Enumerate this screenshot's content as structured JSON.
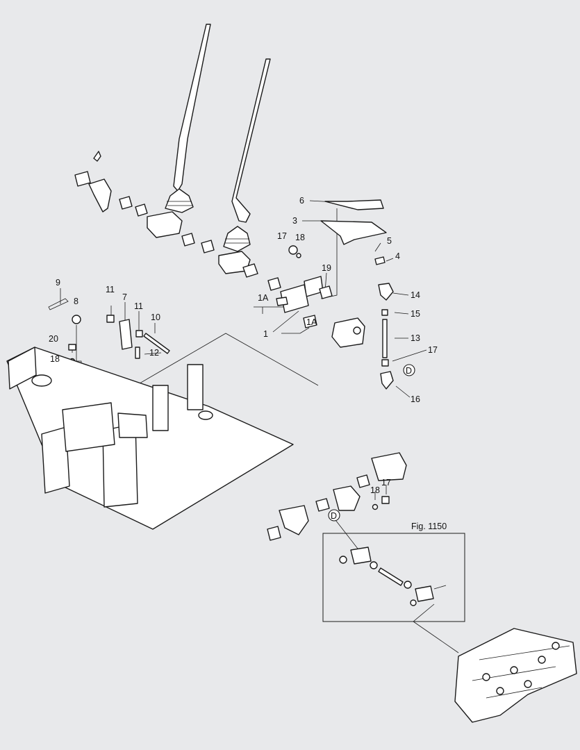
{
  "callouts": [
    {
      "key": "n9",
      "text": "9"
    },
    {
      "key": "n8",
      "text": "8"
    },
    {
      "key": "n11a",
      "text": "11"
    },
    {
      "key": "n7",
      "text": "7"
    },
    {
      "key": "n11b",
      "text": "11"
    },
    {
      "key": "n10",
      "text": "10"
    },
    {
      "key": "n20",
      "text": "20"
    },
    {
      "key": "n12",
      "text": "12"
    },
    {
      "key": "n18a",
      "text": "18"
    },
    {
      "key": "n6",
      "text": "6"
    },
    {
      "key": "n3",
      "text": "3"
    },
    {
      "key": "n17a",
      "text": "17"
    },
    {
      "key": "n18b",
      "text": "18"
    },
    {
      "key": "n5",
      "text": "5"
    },
    {
      "key": "n4",
      "text": "4"
    },
    {
      "key": "n19",
      "text": "19"
    },
    {
      "key": "n14",
      "text": "14"
    },
    {
      "key": "n1Aa",
      "text": "1A"
    },
    {
      "key": "n15",
      "text": "15"
    },
    {
      "key": "n1Ab",
      "text": "1A"
    },
    {
      "key": "n1",
      "text": "1"
    },
    {
      "key": "n13",
      "text": "13"
    },
    {
      "key": "n17b",
      "text": "17"
    },
    {
      "key": "n16",
      "text": "16"
    },
    {
      "key": "n17c",
      "text": "17"
    },
    {
      "key": "n18c",
      "text": "18"
    }
  ],
  "detail_markers": [
    {
      "key": "dA",
      "text": "D"
    },
    {
      "key": "dB",
      "text": "D"
    }
  ],
  "figure_ref": "Fig. 1150"
}
